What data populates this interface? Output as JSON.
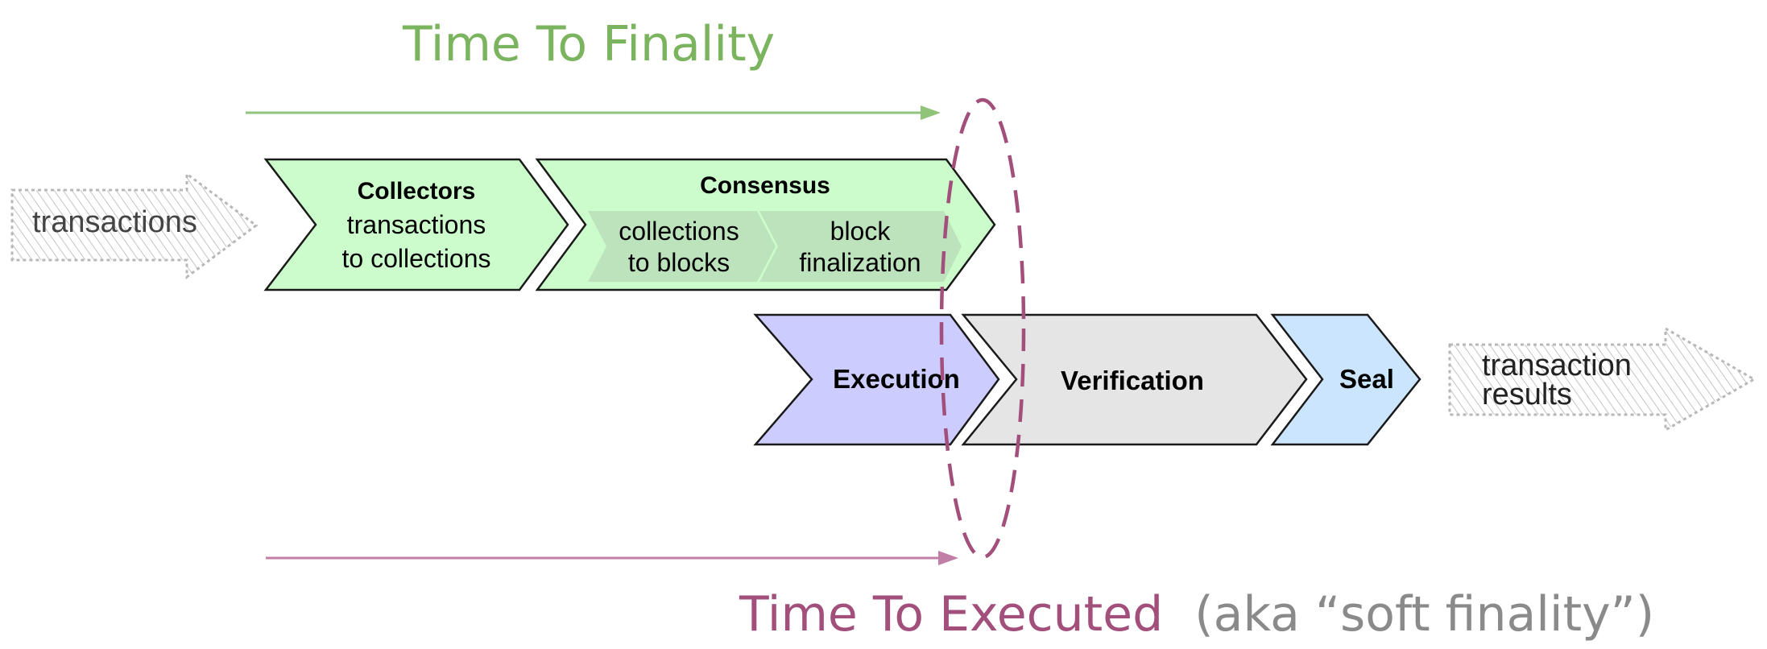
{
  "titles": {
    "finality": "Time To Finality",
    "executed": "Time To Executed",
    "executed_note": "(aka “soft finality”)"
  },
  "inputs": {
    "transactions": "transactions"
  },
  "outputs": {
    "line1": "transaction",
    "line2": "results"
  },
  "collectors": {
    "title": "Collectors",
    "line1": "transactions",
    "line2": "to collections"
  },
  "consensus": {
    "title": "Consensus",
    "step1": {
      "line1": "collections",
      "line2": "to blocks"
    },
    "step2": {
      "line1": "block",
      "line2": "finalization"
    }
  },
  "execution": {
    "title": "Execution"
  },
  "verification": {
    "title": "Verification"
  },
  "seal": {
    "title": "Seal"
  },
  "colors": {
    "finality_green": "#7bb45e",
    "finality_arrow": "#8fc47a",
    "executed_mauve": "#a24f7c",
    "executed_arrow": "#c27fa6",
    "note_gray": "#8a8a8a",
    "stage_green": "#ccfccc",
    "substage_green": "#bde3bd",
    "execution_purple": "#ccccff",
    "verification_gray": "#e5e5e5",
    "seal_blue": "#cce5ff",
    "hatch_gray": "#b0b0b0"
  }
}
